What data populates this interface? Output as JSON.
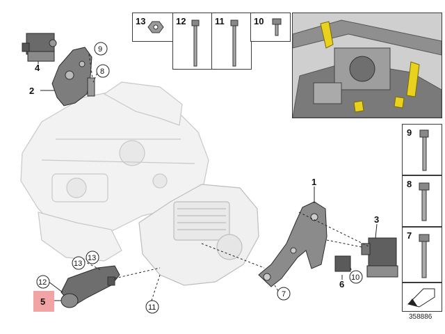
{
  "callouts": {
    "c1": "1",
    "c2": "2",
    "c3": "3",
    "c4": "4",
    "c5": "5",
    "c6": "6",
    "c7": "7",
    "c8": "8",
    "c9": "9",
    "c10": "10",
    "c11": "11",
    "c12": "12",
    "c13": "13"
  },
  "top_panels": [
    "13",
    "12",
    "11",
    "10"
  ],
  "side_panels": [
    "9",
    "8",
    "7"
  ],
  "figure_number": "358886",
  "colors": {
    "highlight": "#f2a3a3",
    "yellow": "#e8d21e",
    "stroke": "#3a3a3a"
  }
}
